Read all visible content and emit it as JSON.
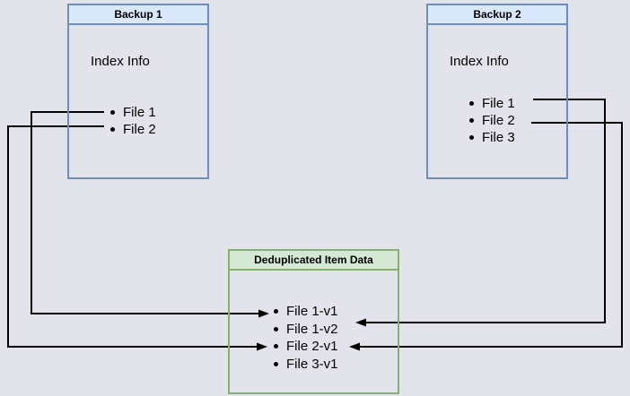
{
  "canvas": {
    "background": "#e3e3ec"
  },
  "colors": {
    "canvas_bg": "#e3e3ec",
    "line": "#000000",
    "text": "#000000",
    "blue_fill": "#dae8fc",
    "blue_border": "#6c8ebf",
    "green_fill": "#d5e8d4",
    "green_border": "#82b366"
  },
  "boxes": {
    "backup1": {
      "title": "Backup 1",
      "subtitle": "Index Info",
      "items": [
        "File 1",
        "File 2"
      ]
    },
    "backup2": {
      "title": "Backup 2",
      "subtitle": "Index Info",
      "items": [
        "File 1",
        "File 2",
        "File 3"
      ]
    },
    "dedup": {
      "title": "Deduplicated Item Data",
      "items": [
        "File 1-v1",
        "File 1-v2",
        "File 2-v1",
        "File 3-v1"
      ]
    }
  },
  "connections": [
    {
      "from": "Backup 1 / File 1",
      "to": "File 1-v1"
    },
    {
      "from": "Backup 1 / File 2",
      "to": "File 2-v1"
    },
    {
      "from": "Backup 2 / File 1",
      "to": "File 1-v2"
    },
    {
      "from": "Backup 2 / File 2",
      "to": "File 2-v1"
    }
  ]
}
